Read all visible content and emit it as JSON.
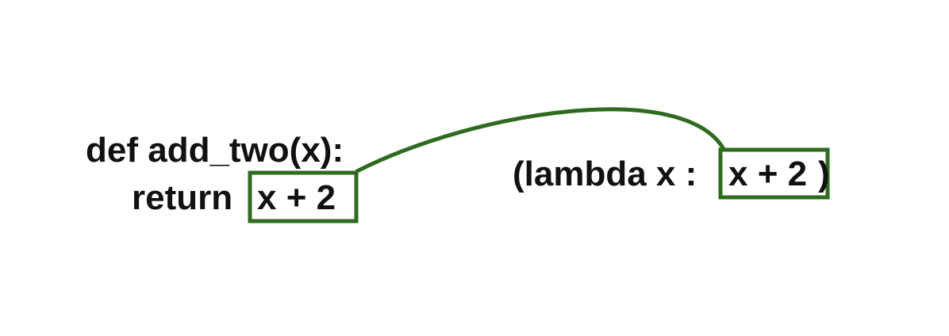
{
  "def_block": {
    "line1": "def add_two(x):",
    "keyword": "return",
    "expr": "x + 2"
  },
  "lambda_block": {
    "prefix": "(lambda x :",
    "expr": "x + 2",
    "suffix": ")"
  },
  "colors": {
    "highlight": "#2e6b1f",
    "text": "#111111"
  }
}
